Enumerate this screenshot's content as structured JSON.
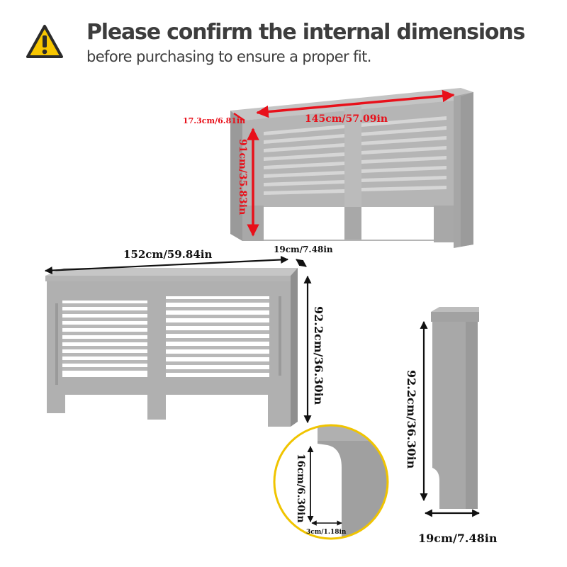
{
  "header": {
    "headline": "Please confirm the internal dimensions",
    "subline": "before purchasing to ensure a proper fit.",
    "warning_icon": "warning-triangle-icon"
  },
  "internal_view": {
    "width_label": "145cm/57.09in",
    "depth_label": "17.3cm/6.81in",
    "height_label": "91cm/35.83in"
  },
  "front_view": {
    "width_label": "152cm/59.84in",
    "depth_label": "19cm/7.48in",
    "height_label": "92.2cm/36.30in"
  },
  "side_view": {
    "height_label": "92.2cm/36.30in",
    "depth_label": "19cm/7.48in"
  },
  "detail_view": {
    "height_label": "16cm/6.30in",
    "width_label": "3cm/1.18in"
  },
  "colors": {
    "headline": "#3d3d3d",
    "dimension_red": "#e8101a",
    "cabinet_grey": "#a9a9a9",
    "detail_ring": "#f0c400",
    "warning_yellow": "#f7c600"
  }
}
